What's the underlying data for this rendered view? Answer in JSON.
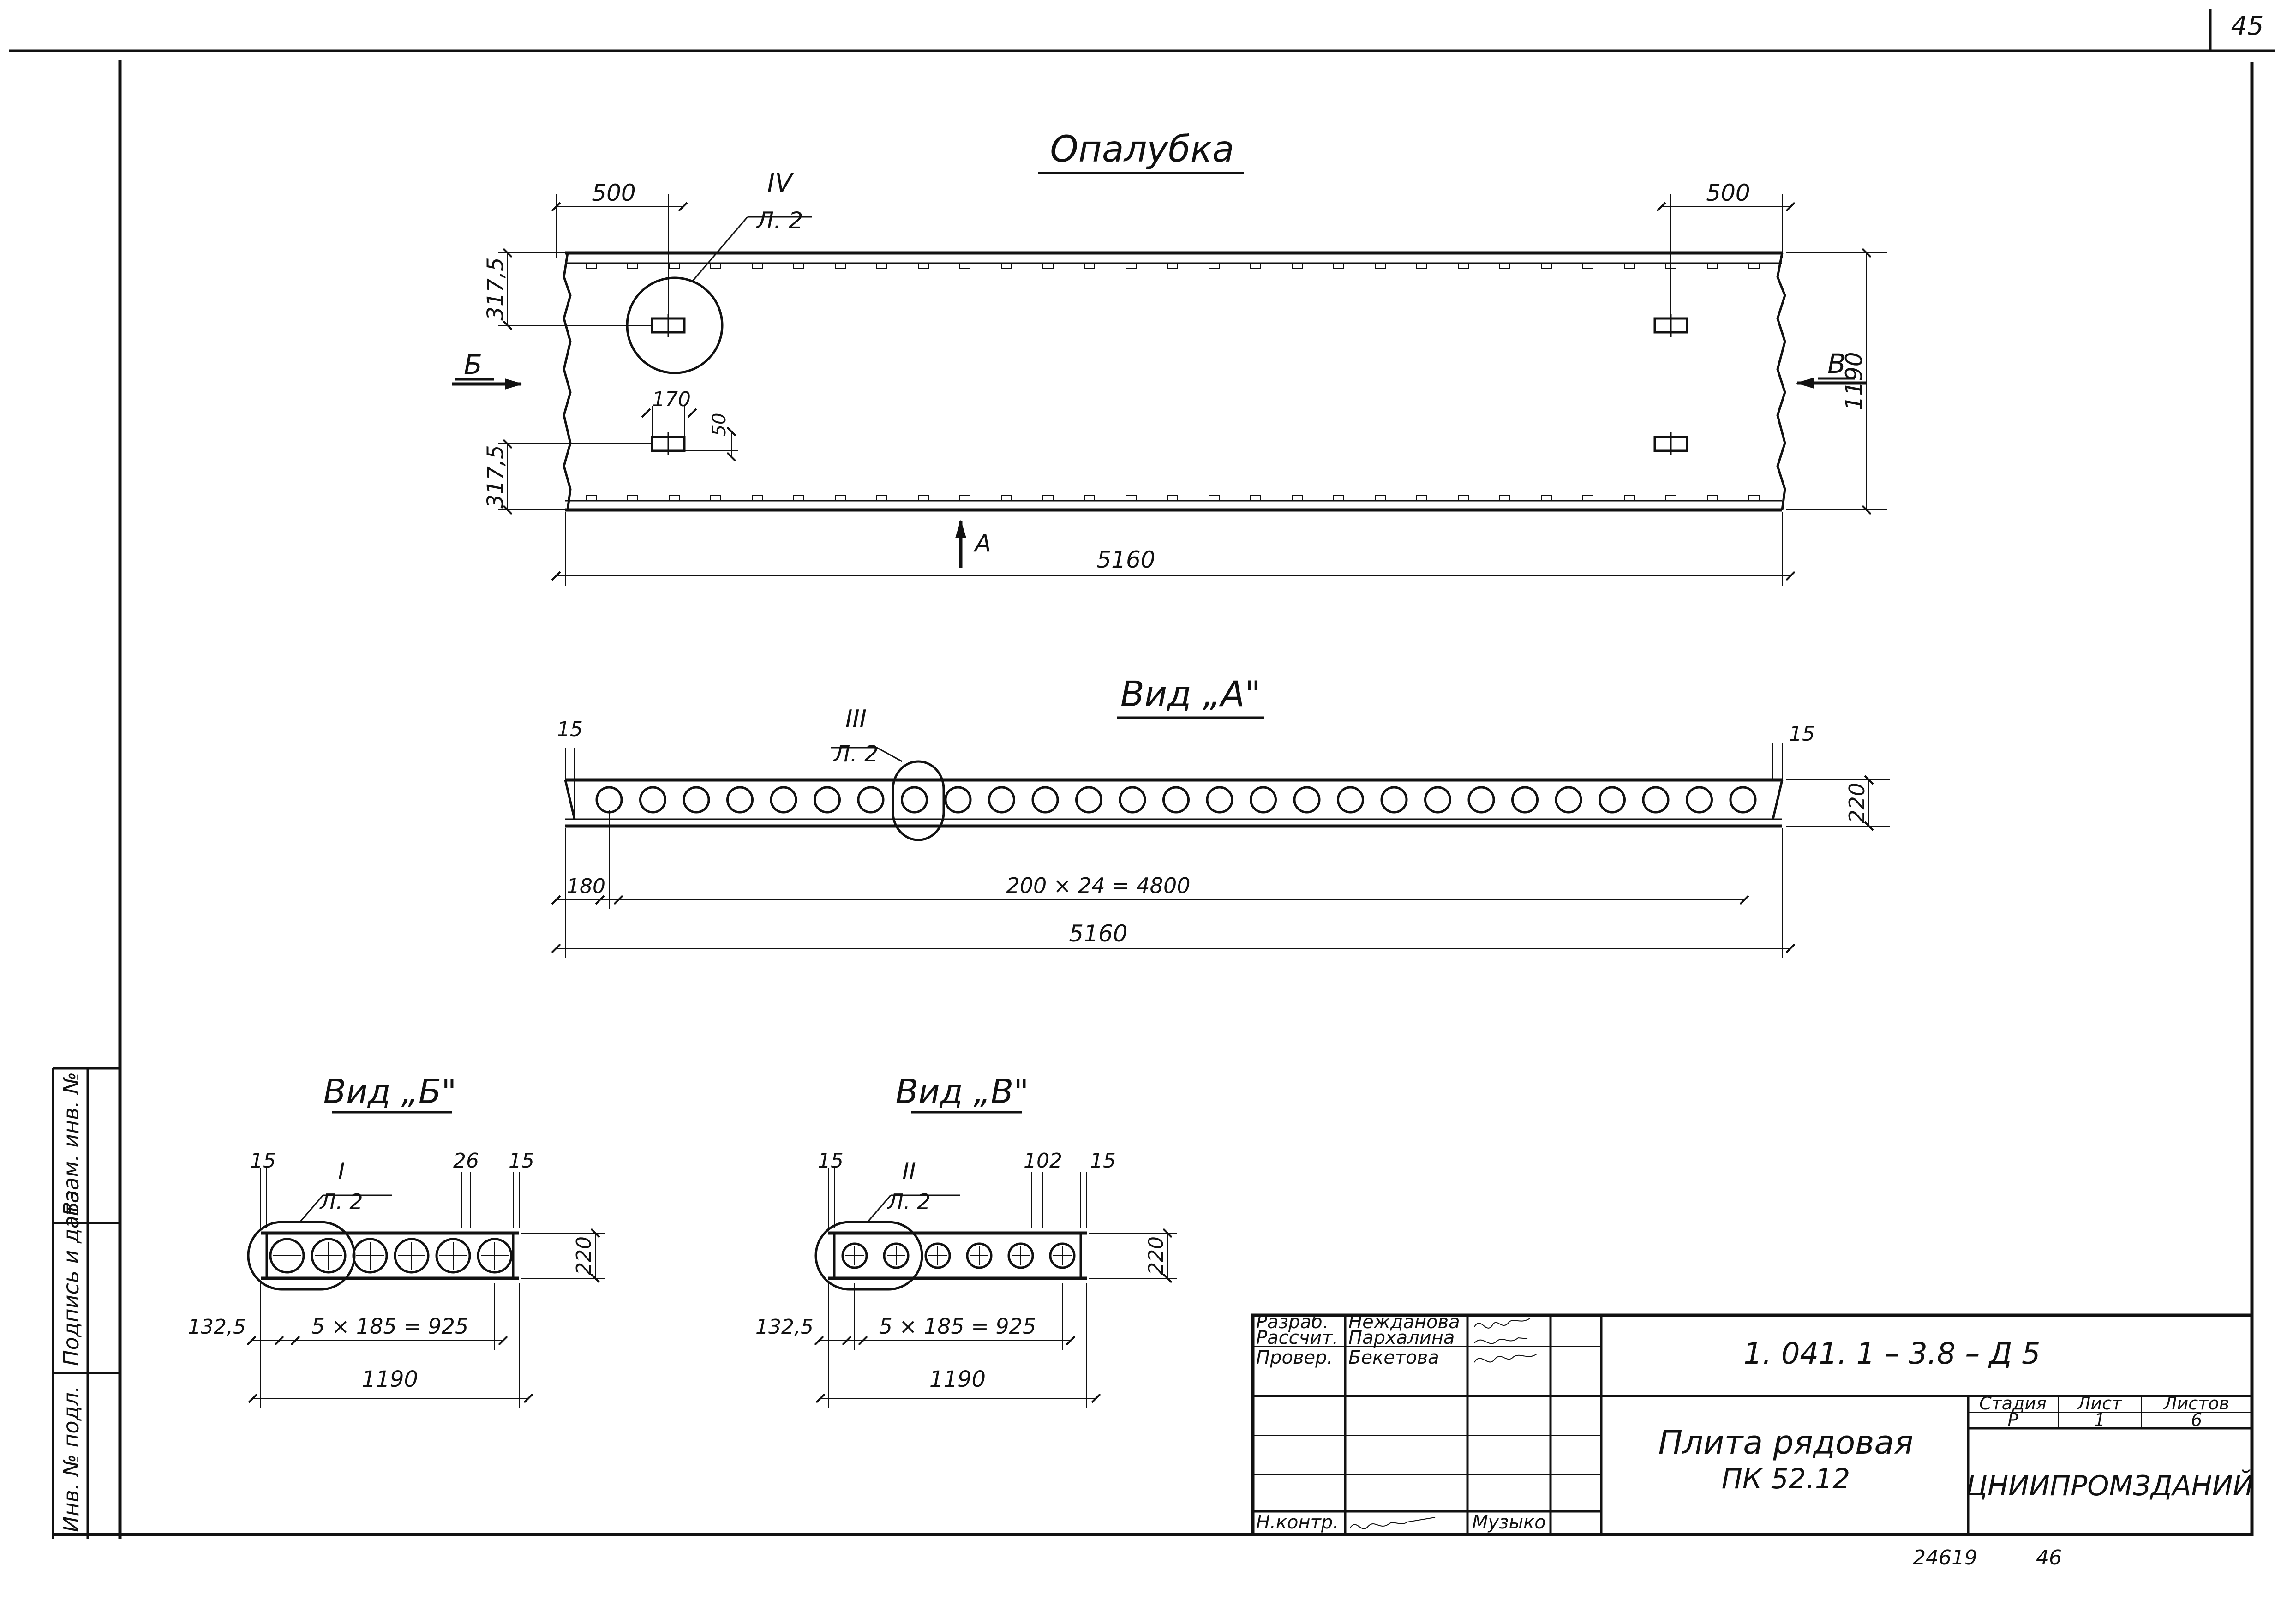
{
  "sheet": {
    "page_number": "45",
    "bottom_numbers": [
      "24619",
      "46"
    ],
    "margin_labels": [
      "Инв. № подл.",
      "Подпись и дата",
      "Взам. инв. №"
    ]
  },
  "formwork_plan": {
    "title": "Опалубка",
    "dim_left_offset": "500",
    "dim_right_offset": "500",
    "dim_edge_top": "317,5",
    "dim_edge_bottom": "317,5",
    "dim_slot_length": "170",
    "dim_slot_width": "50",
    "dim_height": "1190",
    "dim_length": "5160",
    "callout_number": "IV",
    "callout_sheet": "Л. 2",
    "view_label_left": "Б",
    "view_label_right": "В",
    "view_label_bottom": "А"
  },
  "view_a": {
    "title": "Вид „А\"",
    "dim_end_left": "15",
    "dim_end_right": "15",
    "dim_height": "220",
    "dim_first_hole": "180",
    "dim_hole_pitch": "200 × 24 = 4800",
    "dim_length": "5160",
    "callout_number": "III",
    "callout_sheet": "Л. 2"
  },
  "view_b": {
    "title": "Вид „Б\"",
    "dim_end_left": "15",
    "dim_rib": "26",
    "dim_end_right": "15",
    "dim_height": "220",
    "dim_first_hole": "132,5",
    "dim_hole_pitch": "5 × 185 = 925",
    "dim_width": "1190",
    "callout_number": "I",
    "callout_sheet": "Л. 2"
  },
  "view_v": {
    "title": "Вид „В\"",
    "dim_end_left": "15",
    "dim_rib": "102",
    "dim_end_right": "15",
    "dim_height": "220",
    "dim_first_hole": "132,5",
    "dim_hole_pitch": "5 × 185 = 925",
    "dim_width": "1190",
    "callout_number": "II",
    "callout_sheet": "Л. 2"
  },
  "title_block": {
    "document_code": "1. 041. 1 – 3.8 – Д 5",
    "product_name": "Плита рядовая",
    "product_mark": "ПК 52.12",
    "organization": "ЦНИИПРОМЗДАНИЙ",
    "roles": [
      {
        "role": "Разраб.",
        "name": "Неждaнова"
      },
      {
        "role": "Рассчит.",
        "name": "Пархалина"
      },
      {
        "role": "Провер.",
        "name": "Бекетова"
      },
      {
        "role": "",
        "name": ""
      },
      {
        "role": "",
        "name": ""
      },
      {
        "role": "",
        "name": ""
      },
      {
        "role": "Н.контр.",
        "name": "Музыко"
      }
    ],
    "stage_header": "Стадия",
    "sheet_header": "Лист",
    "sheets_header": "Листов",
    "stage_value": "Р",
    "sheet_value": "1",
    "sheets_value": "6"
  }
}
